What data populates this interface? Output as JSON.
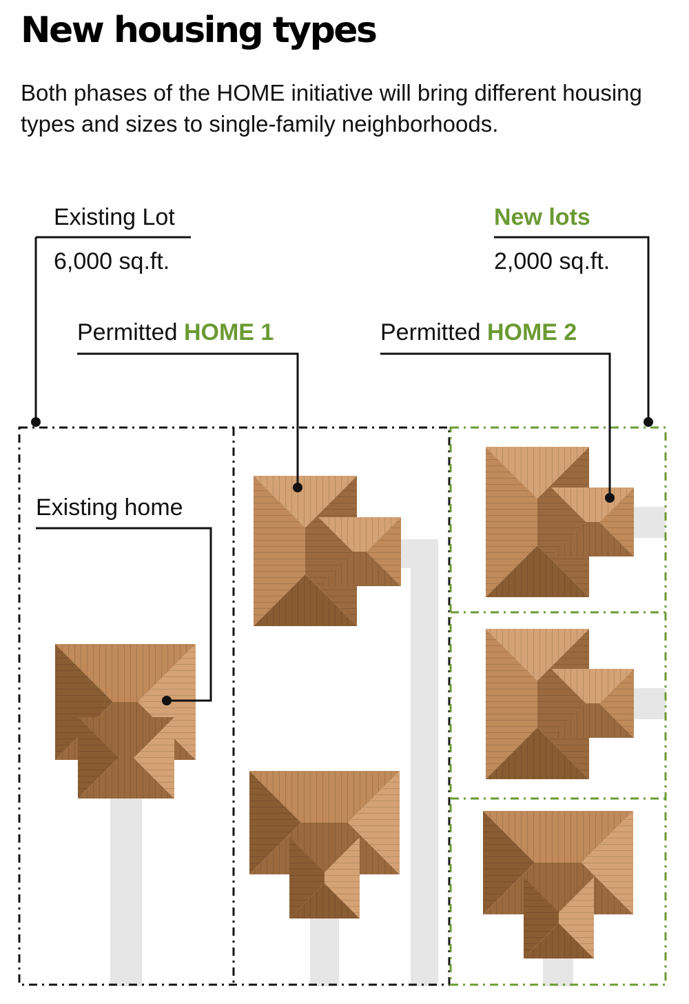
{
  "header": {
    "title": "New housing types",
    "subtitle": "Both phases of the HOME initiative will bring different housing types and sizes to single-family neighborhoods."
  },
  "labels": {
    "existing_lot": "Existing Lot",
    "existing_lot_size": "6,000 sq.ft.",
    "new_lots": "New lots",
    "new_lots_size": "2,000 sq.ft.",
    "permitted_prefix": "Permitted ",
    "home1": "HOME 1",
    "home2": "HOME 2",
    "existing_home": "Existing home"
  },
  "colors": {
    "accent_green": "#6b9a33",
    "roof_light": "#d4a274",
    "roof_mid": "#c08a5a",
    "roof_dark": "#9a6a3e",
    "roof_darker": "#8a5c32",
    "driveway": "#e6e6e6",
    "line": "#111111"
  }
}
